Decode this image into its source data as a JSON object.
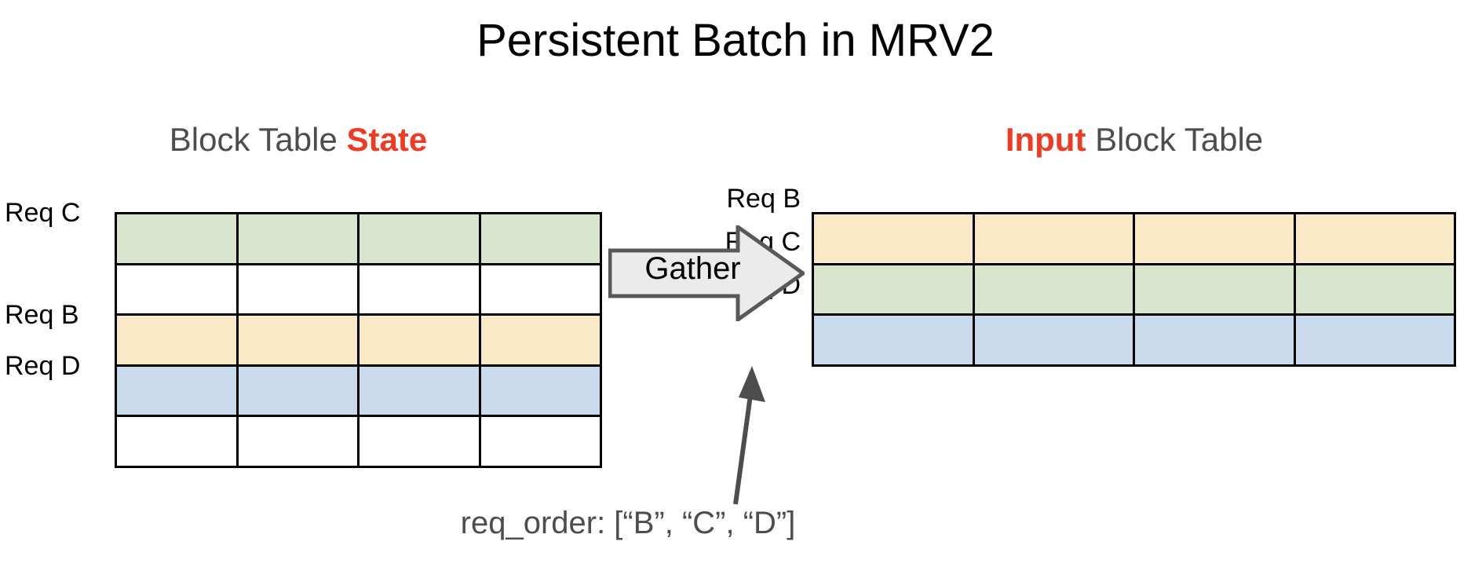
{
  "page": {
    "title": "Persistent Batch in MRV2",
    "background": "#ffffff"
  },
  "colors": {
    "accent_red": "#ef3b24",
    "heading_gray": "#4d4d4d",
    "cell_green": "#d8e4cb",
    "cell_yellow": "#fae9c6",
    "cell_blue": "#c9daec",
    "cell_empty": "#ffffff",
    "grid_line": "#000000",
    "arrow_fill": "#ebebeb",
    "arrow_stroke": "#595959"
  },
  "block_table_state": {
    "heading_prefix": "Block Table ",
    "heading_accent": "State",
    "columns": 4,
    "rows": [
      {
        "label": "Req C",
        "color": "green",
        "occupied": true
      },
      {
        "label": "",
        "color": "empty",
        "occupied": false
      },
      {
        "label": "Req B",
        "color": "yellow",
        "occupied": true
      },
      {
        "label": "Req D",
        "color": "blue",
        "occupied": true
      },
      {
        "label": "",
        "color": "empty",
        "occupied": false
      }
    ]
  },
  "input_block_table": {
    "heading_accent": "Input",
    "heading_suffix": " Block Table",
    "columns": 4,
    "rows": [
      {
        "label": "Req B",
        "color": "yellow",
        "occupied": true
      },
      {
        "label": "Req C",
        "color": "green",
        "occupied": true
      },
      {
        "label": "Req D",
        "color": "blue",
        "occupied": true
      }
    ]
  },
  "gather": {
    "label": "Gather"
  },
  "caption": {
    "text": "req_order: [“B”, “C”, “D”]"
  }
}
